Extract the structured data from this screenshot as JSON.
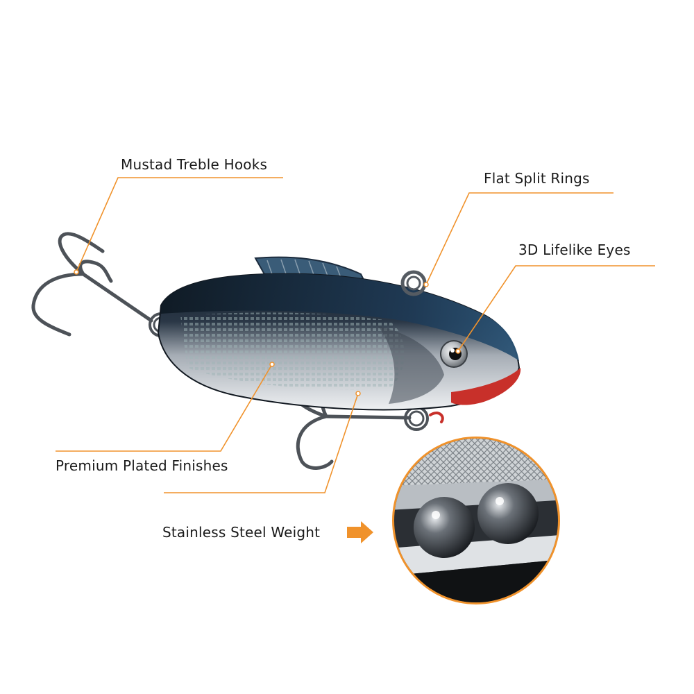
{
  "callouts": {
    "treble_hooks": "Mustad Treble Hooks",
    "split_rings": "Flat Split Rings",
    "eyes": "3D Lifelike Eyes",
    "finishes": "Premium Plated Finishes",
    "weight": "Stainless Steel Weight"
  },
  "colors": {
    "accent": "#f0922b",
    "body_dark": "#1c2c3e",
    "body_silver": "#c9cdd2",
    "lip_red": "#c8302a",
    "hook_metal": "#5a5f66"
  },
  "icons": {
    "arrow": "arrow-right-icon"
  }
}
